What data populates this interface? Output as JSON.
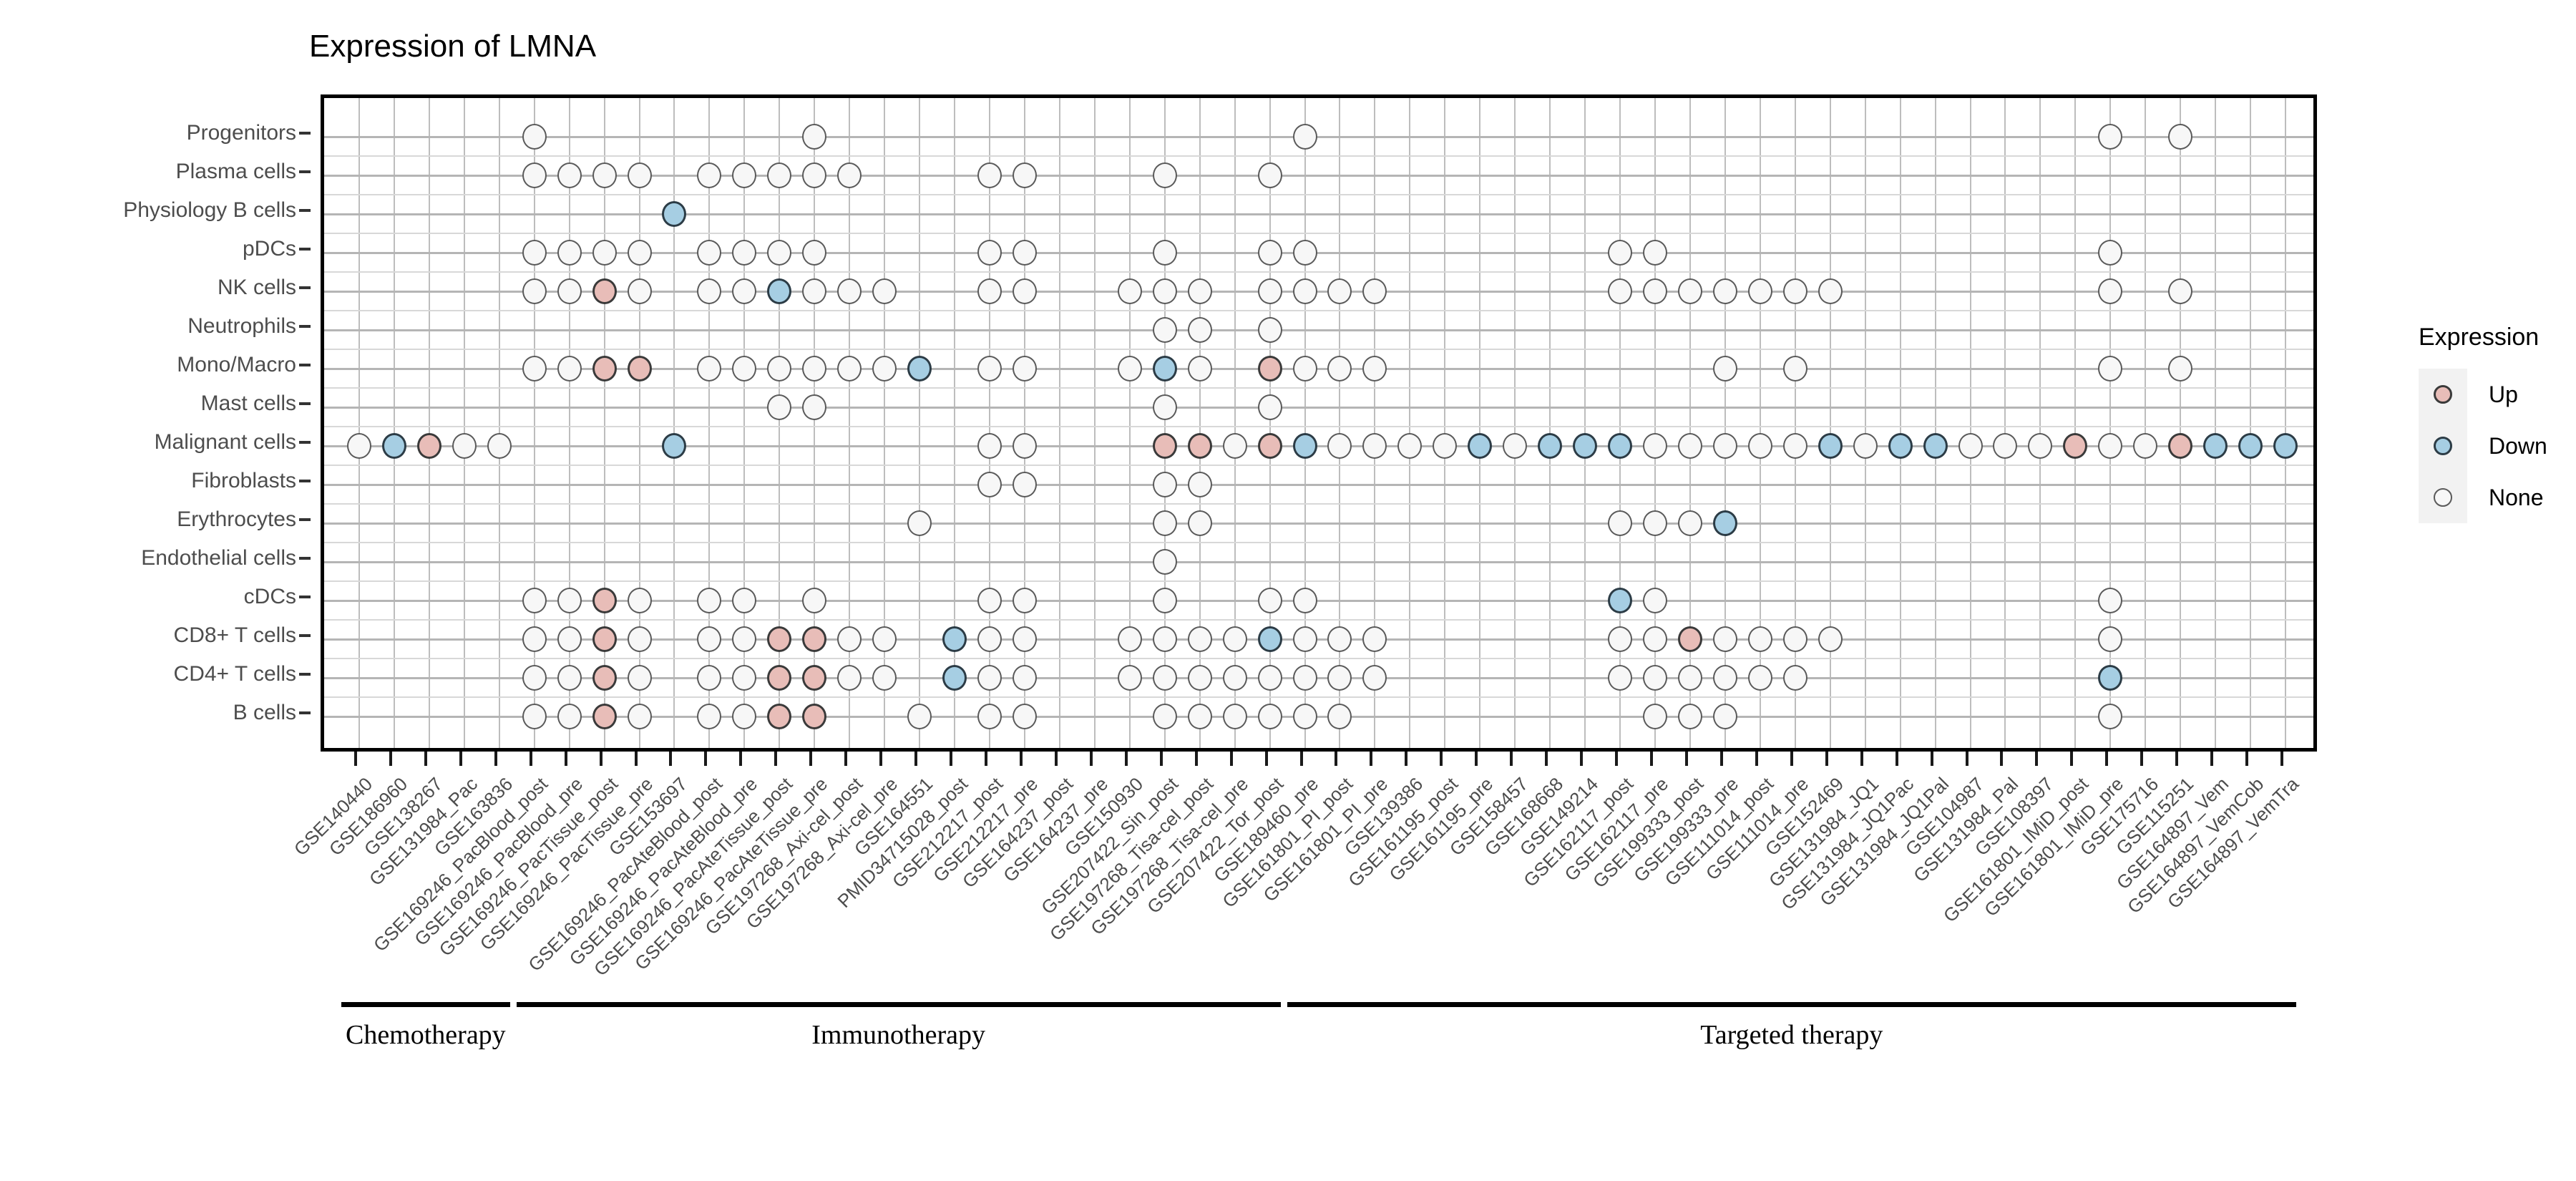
{
  "chart_data": {
    "type": "heatmap",
    "title": "Expression of LMNA",
    "xlabel": "",
    "ylabel": "",
    "grid": true,
    "legend_position": "right",
    "legend": {
      "title": "Expression",
      "entries": [
        {
          "label": "Up",
          "color": "#e8bdb8"
        },
        {
          "label": "Down",
          "color": "#a6cee3"
        },
        {
          "label": "None",
          "color": "#f7f7f7"
        }
      ]
    },
    "categories_y": [
      "Progenitors",
      "Plasma cells",
      "Physiology B cells",
      "pDCs",
      "NK cells",
      "Neutrophils",
      "Mono/Macro",
      "Mast cells",
      "Malignant cells",
      "Fibroblasts",
      "Erythrocytes",
      "Endothelial cells",
      "cDCs",
      "CD8+ T cells",
      "CD4+ T cells",
      "B cells"
    ],
    "categories_x": [
      "GSE140440",
      "GSE186960",
      "GSE138267",
      "GSE131984_Pac",
      "GSE163836",
      "GSE169246_PacBlood_post",
      "GSE169246_PacBlood_pre",
      "GSE169246_PacTissue_post",
      "GSE169246_PacTissue_pre",
      "GSE153697",
      "GSE169246_PacAteBlood_post",
      "GSE169246_PacAteBlood_pre",
      "GSE169246_PacAteTissue_post",
      "GSE169246_PacAteTissue_pre",
      "GSE197268_Axi-cel_post",
      "GSE197268_Axi-cel_pre",
      "GSE164551",
      "PMID34715028_post",
      "GSE212217_post",
      "GSE212217_pre",
      "GSE164237_post",
      "GSE164237_pre",
      "GSE150930",
      "GSE207422_Sin_post",
      "GSE197268_Tisa-cel_post",
      "GSE197268_Tisa-cel_pre",
      "GSE207422_Tor_post",
      "GSE189460_pre",
      "GSE161801_PI_post",
      "GSE161801_PI_pre",
      "GSE139386",
      "GSE161195_post",
      "GSE161195_pre",
      "GSE158457",
      "GSE168668",
      "GSE149214",
      "GSE162117_post",
      "GSE162117_pre",
      "GSE199333_post",
      "GSE199333_pre",
      "GSE111014_post",
      "GSE111014_pre",
      "GSE152469",
      "GSE131984_JQ1",
      "GSE131984_JQ1Pac",
      "GSE131984_JQ1Pal",
      "GSE104987",
      "GSE131984_Pal",
      "GSE108397",
      "GSE161801_IMiD_post",
      "GSE161801_IMiD_pre",
      "GSE175716",
      "GSE115251",
      "GSE164897_Vem",
      "GSE164897_VemCob",
      "GSE164897_VemTra"
    ],
    "groups": [
      {
        "label": "Chemotherapy",
        "start": 0,
        "end": 4
      },
      {
        "label": "Immunotherapy",
        "start": 5,
        "end": 26
      },
      {
        "label": "Targeted therapy",
        "start": 27,
        "end": 55
      }
    ],
    "cells": [
      {
        "r": 0,
        "c": 5,
        "v": "None"
      },
      {
        "r": 0,
        "c": 13,
        "v": "None"
      },
      {
        "r": 0,
        "c": 27,
        "v": "None"
      },
      {
        "r": 0,
        "c": 50,
        "v": "None"
      },
      {
        "r": 0,
        "c": 52,
        "v": "None"
      },
      {
        "r": 1,
        "c": 5,
        "v": "None"
      },
      {
        "r": 1,
        "c": 6,
        "v": "None"
      },
      {
        "r": 1,
        "c": 7,
        "v": "None"
      },
      {
        "r": 1,
        "c": 8,
        "v": "None"
      },
      {
        "r": 1,
        "c": 10,
        "v": "None"
      },
      {
        "r": 1,
        "c": 11,
        "v": "None"
      },
      {
        "r": 1,
        "c": 12,
        "v": "None"
      },
      {
        "r": 1,
        "c": 13,
        "v": "None"
      },
      {
        "r": 1,
        "c": 14,
        "v": "None"
      },
      {
        "r": 1,
        "c": 18,
        "v": "None"
      },
      {
        "r": 1,
        "c": 19,
        "v": "None"
      },
      {
        "r": 1,
        "c": 23,
        "v": "None"
      },
      {
        "r": 1,
        "c": 26,
        "v": "None"
      },
      {
        "r": 2,
        "c": 9,
        "v": "Down"
      },
      {
        "r": 3,
        "c": 5,
        "v": "None"
      },
      {
        "r": 3,
        "c": 6,
        "v": "None"
      },
      {
        "r": 3,
        "c": 7,
        "v": "None"
      },
      {
        "r": 3,
        "c": 8,
        "v": "None"
      },
      {
        "r": 3,
        "c": 10,
        "v": "None"
      },
      {
        "r": 3,
        "c": 11,
        "v": "None"
      },
      {
        "r": 3,
        "c": 12,
        "v": "None"
      },
      {
        "r": 3,
        "c": 13,
        "v": "None"
      },
      {
        "r": 3,
        "c": 18,
        "v": "None"
      },
      {
        "r": 3,
        "c": 19,
        "v": "None"
      },
      {
        "r": 3,
        "c": 23,
        "v": "None"
      },
      {
        "r": 3,
        "c": 26,
        "v": "None"
      },
      {
        "r": 3,
        "c": 27,
        "v": "None"
      },
      {
        "r": 3,
        "c": 36,
        "v": "None"
      },
      {
        "r": 3,
        "c": 37,
        "v": "None"
      },
      {
        "r": 3,
        "c": 50,
        "v": "None"
      },
      {
        "r": 4,
        "c": 5,
        "v": "None"
      },
      {
        "r": 4,
        "c": 6,
        "v": "None"
      },
      {
        "r": 4,
        "c": 7,
        "v": "Up"
      },
      {
        "r": 4,
        "c": 8,
        "v": "None"
      },
      {
        "r": 4,
        "c": 10,
        "v": "None"
      },
      {
        "r": 4,
        "c": 11,
        "v": "None"
      },
      {
        "r": 4,
        "c": 12,
        "v": "Down"
      },
      {
        "r": 4,
        "c": 13,
        "v": "None"
      },
      {
        "r": 4,
        "c": 14,
        "v": "None"
      },
      {
        "r": 4,
        "c": 15,
        "v": "None"
      },
      {
        "r": 4,
        "c": 18,
        "v": "None"
      },
      {
        "r": 4,
        "c": 19,
        "v": "None"
      },
      {
        "r": 4,
        "c": 22,
        "v": "None"
      },
      {
        "r": 4,
        "c": 23,
        "v": "None"
      },
      {
        "r": 4,
        "c": 24,
        "v": "None"
      },
      {
        "r": 4,
        "c": 26,
        "v": "None"
      },
      {
        "r": 4,
        "c": 27,
        "v": "None"
      },
      {
        "r": 4,
        "c": 28,
        "v": "None"
      },
      {
        "r": 4,
        "c": 29,
        "v": "None"
      },
      {
        "r": 4,
        "c": 36,
        "v": "None"
      },
      {
        "r": 4,
        "c": 37,
        "v": "None"
      },
      {
        "r": 4,
        "c": 38,
        "v": "None"
      },
      {
        "r": 4,
        "c": 39,
        "v": "None"
      },
      {
        "r": 4,
        "c": 40,
        "v": "None"
      },
      {
        "r": 4,
        "c": 41,
        "v": "None"
      },
      {
        "r": 4,
        "c": 42,
        "v": "None"
      },
      {
        "r": 4,
        "c": 50,
        "v": "None"
      },
      {
        "r": 4,
        "c": 52,
        "v": "None"
      },
      {
        "r": 5,
        "c": 23,
        "v": "None"
      },
      {
        "r": 5,
        "c": 24,
        "v": "None"
      },
      {
        "r": 5,
        "c": 26,
        "v": "None"
      },
      {
        "r": 6,
        "c": 5,
        "v": "None"
      },
      {
        "r": 6,
        "c": 6,
        "v": "None"
      },
      {
        "r": 6,
        "c": 7,
        "v": "Up"
      },
      {
        "r": 6,
        "c": 8,
        "v": "Up"
      },
      {
        "r": 6,
        "c": 10,
        "v": "None"
      },
      {
        "r": 6,
        "c": 11,
        "v": "None"
      },
      {
        "r": 6,
        "c": 12,
        "v": "None"
      },
      {
        "r": 6,
        "c": 13,
        "v": "None"
      },
      {
        "r": 6,
        "c": 14,
        "v": "None"
      },
      {
        "r": 6,
        "c": 15,
        "v": "None"
      },
      {
        "r": 6,
        "c": 16,
        "v": "Down"
      },
      {
        "r": 6,
        "c": 18,
        "v": "None"
      },
      {
        "r": 6,
        "c": 19,
        "v": "None"
      },
      {
        "r": 6,
        "c": 22,
        "v": "None"
      },
      {
        "r": 6,
        "c": 23,
        "v": "Down"
      },
      {
        "r": 6,
        "c": 24,
        "v": "None"
      },
      {
        "r": 6,
        "c": 26,
        "v": "Up"
      },
      {
        "r": 6,
        "c": 27,
        "v": "None"
      },
      {
        "r": 6,
        "c": 28,
        "v": "None"
      },
      {
        "r": 6,
        "c": 29,
        "v": "None"
      },
      {
        "r": 6,
        "c": 39,
        "v": "None"
      },
      {
        "r": 6,
        "c": 41,
        "v": "None"
      },
      {
        "r": 6,
        "c": 50,
        "v": "None"
      },
      {
        "r": 6,
        "c": 52,
        "v": "None"
      },
      {
        "r": 7,
        "c": 12,
        "v": "None"
      },
      {
        "r": 7,
        "c": 13,
        "v": "None"
      },
      {
        "r": 7,
        "c": 23,
        "v": "None"
      },
      {
        "r": 7,
        "c": 26,
        "v": "None"
      },
      {
        "r": 8,
        "c": 0,
        "v": "None"
      },
      {
        "r": 8,
        "c": 1,
        "v": "Down"
      },
      {
        "r": 8,
        "c": 2,
        "v": "Up"
      },
      {
        "r": 8,
        "c": 3,
        "v": "None"
      },
      {
        "r": 8,
        "c": 4,
        "v": "None"
      },
      {
        "r": 8,
        "c": 9,
        "v": "Down"
      },
      {
        "r": 8,
        "c": 18,
        "v": "None"
      },
      {
        "r": 8,
        "c": 19,
        "v": "None"
      },
      {
        "r": 8,
        "c": 23,
        "v": "Up"
      },
      {
        "r": 8,
        "c": 24,
        "v": "Up"
      },
      {
        "r": 8,
        "c": 25,
        "v": "None"
      },
      {
        "r": 8,
        "c": 26,
        "v": "Up"
      },
      {
        "r": 8,
        "c": 27,
        "v": "Down"
      },
      {
        "r": 8,
        "c": 28,
        "v": "None"
      },
      {
        "r": 8,
        "c": 29,
        "v": "None"
      },
      {
        "r": 8,
        "c": 30,
        "v": "None"
      },
      {
        "r": 8,
        "c": 31,
        "v": "None"
      },
      {
        "r": 8,
        "c": 32,
        "v": "Down"
      },
      {
        "r": 8,
        "c": 33,
        "v": "None"
      },
      {
        "r": 8,
        "c": 34,
        "v": "Down"
      },
      {
        "r": 8,
        "c": 35,
        "v": "Down"
      },
      {
        "r": 8,
        "c": 36,
        "v": "Down"
      },
      {
        "r": 8,
        "c": 37,
        "v": "None"
      },
      {
        "r": 8,
        "c": 38,
        "v": "None"
      },
      {
        "r": 8,
        "c": 39,
        "v": "None"
      },
      {
        "r": 8,
        "c": 40,
        "v": "None"
      },
      {
        "r": 8,
        "c": 41,
        "v": "None"
      },
      {
        "r": 8,
        "c": 42,
        "v": "Down"
      },
      {
        "r": 8,
        "c": 43,
        "v": "None"
      },
      {
        "r": 8,
        "c": 44,
        "v": "Down"
      },
      {
        "r": 8,
        "c": 45,
        "v": "Down"
      },
      {
        "r": 8,
        "c": 46,
        "v": "None"
      },
      {
        "r": 8,
        "c": 47,
        "v": "None"
      },
      {
        "r": 8,
        "c": 48,
        "v": "None"
      },
      {
        "r": 8,
        "c": 49,
        "v": "Up"
      },
      {
        "r": 8,
        "c": 50,
        "v": "None"
      },
      {
        "r": 8,
        "c": 51,
        "v": "None"
      },
      {
        "r": 8,
        "c": 52,
        "v": "Up"
      },
      {
        "r": 8,
        "c": 53,
        "v": "Down"
      },
      {
        "r": 8,
        "c": 54,
        "v": "Down"
      },
      {
        "r": 8,
        "c": 55,
        "v": "Down"
      },
      {
        "r": 9,
        "c": 18,
        "v": "None"
      },
      {
        "r": 9,
        "c": 19,
        "v": "None"
      },
      {
        "r": 9,
        "c": 23,
        "v": "None"
      },
      {
        "r": 9,
        "c": 24,
        "v": "None"
      },
      {
        "r": 10,
        "c": 16,
        "v": "None"
      },
      {
        "r": 10,
        "c": 23,
        "v": "None"
      },
      {
        "r": 10,
        "c": 24,
        "v": "None"
      },
      {
        "r": 10,
        "c": 36,
        "v": "None"
      },
      {
        "r": 10,
        "c": 37,
        "v": "None"
      },
      {
        "r": 10,
        "c": 38,
        "v": "None"
      },
      {
        "r": 10,
        "c": 39,
        "v": "Down"
      },
      {
        "r": 11,
        "c": 23,
        "v": "None"
      },
      {
        "r": 12,
        "c": 5,
        "v": "None"
      },
      {
        "r": 12,
        "c": 6,
        "v": "None"
      },
      {
        "r": 12,
        "c": 7,
        "v": "Up"
      },
      {
        "r": 12,
        "c": 8,
        "v": "None"
      },
      {
        "r": 12,
        "c": 10,
        "v": "None"
      },
      {
        "r": 12,
        "c": 11,
        "v": "None"
      },
      {
        "r": 12,
        "c": 13,
        "v": "None"
      },
      {
        "r": 12,
        "c": 18,
        "v": "None"
      },
      {
        "r": 12,
        "c": 19,
        "v": "None"
      },
      {
        "r": 12,
        "c": 23,
        "v": "None"
      },
      {
        "r": 12,
        "c": 26,
        "v": "None"
      },
      {
        "r": 12,
        "c": 27,
        "v": "None"
      },
      {
        "r": 12,
        "c": 36,
        "v": "Down"
      },
      {
        "r": 12,
        "c": 37,
        "v": "None"
      },
      {
        "r": 12,
        "c": 50,
        "v": "None"
      },
      {
        "r": 13,
        "c": 5,
        "v": "None"
      },
      {
        "r": 13,
        "c": 6,
        "v": "None"
      },
      {
        "r": 13,
        "c": 7,
        "v": "Up"
      },
      {
        "r": 13,
        "c": 8,
        "v": "None"
      },
      {
        "r": 13,
        "c": 10,
        "v": "None"
      },
      {
        "r": 13,
        "c": 11,
        "v": "None"
      },
      {
        "r": 13,
        "c": 12,
        "v": "Up"
      },
      {
        "r": 13,
        "c": 13,
        "v": "Up"
      },
      {
        "r": 13,
        "c": 14,
        "v": "None"
      },
      {
        "r": 13,
        "c": 15,
        "v": "None"
      },
      {
        "r": 13,
        "c": 17,
        "v": "Down"
      },
      {
        "r": 13,
        "c": 18,
        "v": "None"
      },
      {
        "r": 13,
        "c": 19,
        "v": "None"
      },
      {
        "r": 13,
        "c": 22,
        "v": "None"
      },
      {
        "r": 13,
        "c": 23,
        "v": "None"
      },
      {
        "r": 13,
        "c": 24,
        "v": "None"
      },
      {
        "r": 13,
        "c": 25,
        "v": "None"
      },
      {
        "r": 13,
        "c": 26,
        "v": "Down"
      },
      {
        "r": 13,
        "c": 27,
        "v": "None"
      },
      {
        "r": 13,
        "c": 28,
        "v": "None"
      },
      {
        "r": 13,
        "c": 29,
        "v": "None"
      },
      {
        "r": 13,
        "c": 36,
        "v": "None"
      },
      {
        "r": 13,
        "c": 37,
        "v": "None"
      },
      {
        "r": 13,
        "c": 38,
        "v": "Up"
      },
      {
        "r": 13,
        "c": 39,
        "v": "None"
      },
      {
        "r": 13,
        "c": 40,
        "v": "None"
      },
      {
        "r": 13,
        "c": 41,
        "v": "None"
      },
      {
        "r": 13,
        "c": 42,
        "v": "None"
      },
      {
        "r": 13,
        "c": 50,
        "v": "None"
      },
      {
        "r": 14,
        "c": 5,
        "v": "None"
      },
      {
        "r": 14,
        "c": 6,
        "v": "None"
      },
      {
        "r": 14,
        "c": 7,
        "v": "Up"
      },
      {
        "r": 14,
        "c": 8,
        "v": "None"
      },
      {
        "r": 14,
        "c": 10,
        "v": "None"
      },
      {
        "r": 14,
        "c": 11,
        "v": "None"
      },
      {
        "r": 14,
        "c": 12,
        "v": "Up"
      },
      {
        "r": 14,
        "c": 13,
        "v": "Up"
      },
      {
        "r": 14,
        "c": 14,
        "v": "None"
      },
      {
        "r": 14,
        "c": 15,
        "v": "None"
      },
      {
        "r": 14,
        "c": 17,
        "v": "Down"
      },
      {
        "r": 14,
        "c": 18,
        "v": "None"
      },
      {
        "r": 14,
        "c": 19,
        "v": "None"
      },
      {
        "r": 14,
        "c": 22,
        "v": "None"
      },
      {
        "r": 14,
        "c": 23,
        "v": "None"
      },
      {
        "r": 14,
        "c": 24,
        "v": "None"
      },
      {
        "r": 14,
        "c": 25,
        "v": "None"
      },
      {
        "r": 14,
        "c": 26,
        "v": "None"
      },
      {
        "r": 14,
        "c": 27,
        "v": "None"
      },
      {
        "r": 14,
        "c": 28,
        "v": "None"
      },
      {
        "r": 14,
        "c": 29,
        "v": "None"
      },
      {
        "r": 14,
        "c": 36,
        "v": "None"
      },
      {
        "r": 14,
        "c": 37,
        "v": "None"
      },
      {
        "r": 14,
        "c": 38,
        "v": "None"
      },
      {
        "r": 14,
        "c": 39,
        "v": "None"
      },
      {
        "r": 14,
        "c": 40,
        "v": "None"
      },
      {
        "r": 14,
        "c": 41,
        "v": "None"
      },
      {
        "r": 14,
        "c": 50,
        "v": "Down"
      },
      {
        "r": 15,
        "c": 5,
        "v": "None"
      },
      {
        "r": 15,
        "c": 6,
        "v": "None"
      },
      {
        "r": 15,
        "c": 7,
        "v": "Up"
      },
      {
        "r": 15,
        "c": 8,
        "v": "None"
      },
      {
        "r": 15,
        "c": 10,
        "v": "None"
      },
      {
        "r": 15,
        "c": 11,
        "v": "None"
      },
      {
        "r": 15,
        "c": 12,
        "v": "Up"
      },
      {
        "r": 15,
        "c": 13,
        "v": "Up"
      },
      {
        "r": 15,
        "c": 16,
        "v": "None"
      },
      {
        "r": 15,
        "c": 18,
        "v": "None"
      },
      {
        "r": 15,
        "c": 19,
        "v": "None"
      },
      {
        "r": 15,
        "c": 23,
        "v": "None"
      },
      {
        "r": 15,
        "c": 24,
        "v": "None"
      },
      {
        "r": 15,
        "c": 25,
        "v": "None"
      },
      {
        "r": 15,
        "c": 26,
        "v": "None"
      },
      {
        "r": 15,
        "c": 27,
        "v": "None"
      },
      {
        "r": 15,
        "c": 28,
        "v": "None"
      },
      {
        "r": 15,
        "c": 37,
        "v": "None"
      },
      {
        "r": 15,
        "c": 38,
        "v": "None"
      },
      {
        "r": 15,
        "c": 39,
        "v": "None"
      },
      {
        "r": 15,
        "c": 50,
        "v": "None"
      }
    ]
  }
}
